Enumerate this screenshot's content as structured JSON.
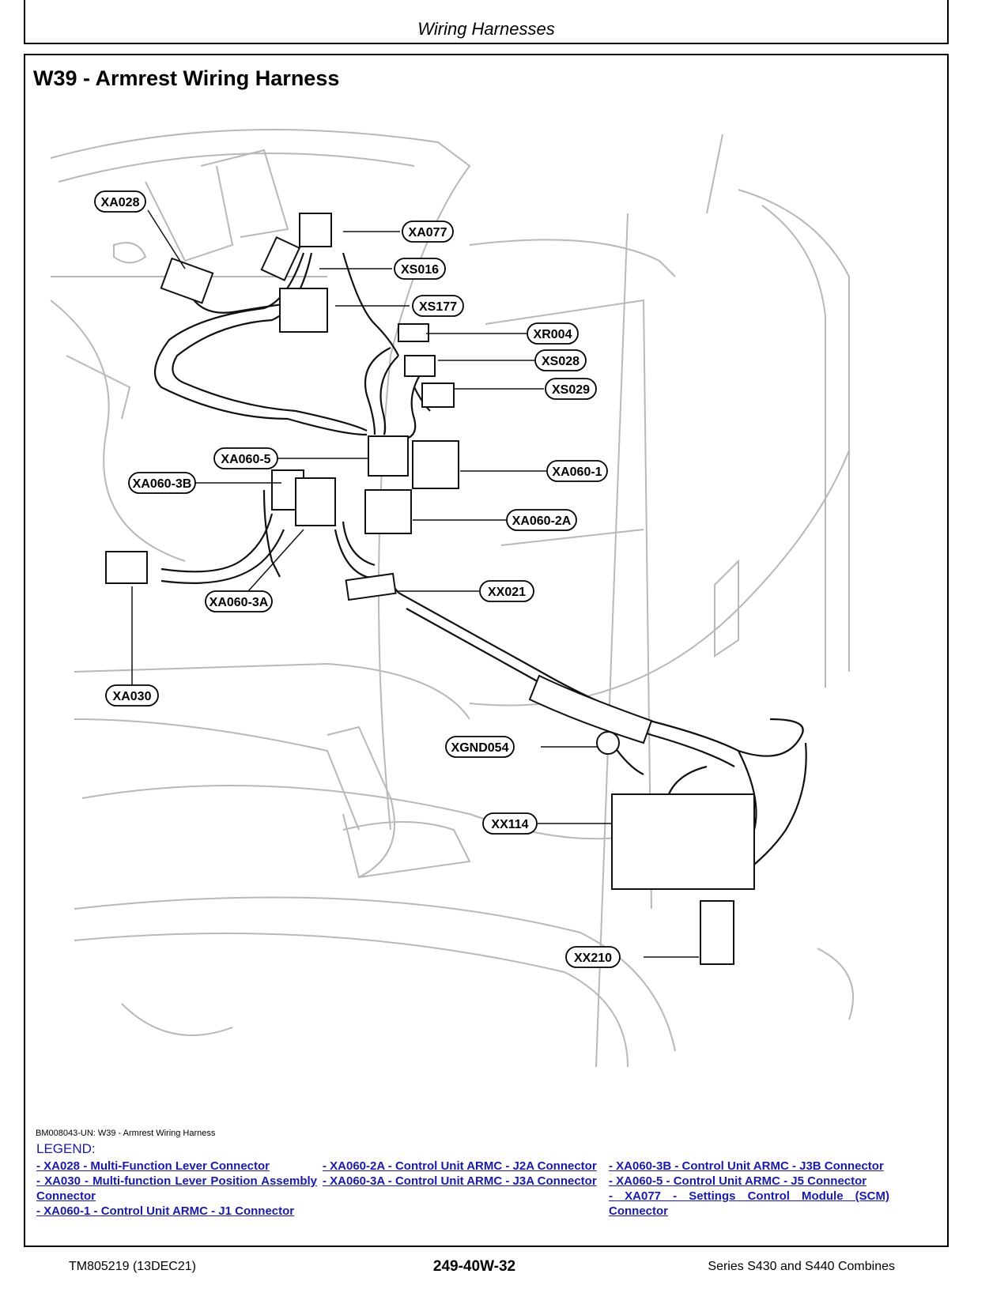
{
  "header": {
    "title": "Wiring Harnesses"
  },
  "section": {
    "title": "W39 - Armrest Wiring Harness"
  },
  "figure": {
    "caption": "BM008043-UN: W39 - Armrest Wiring Harness",
    "callouts": [
      {
        "id": "XA028"
      },
      {
        "id": "XA077"
      },
      {
        "id": "XS016"
      },
      {
        "id": "XS177"
      },
      {
        "id": "XR004"
      },
      {
        "id": "XS028"
      },
      {
        "id": "XS029"
      },
      {
        "id": "XA060-5"
      },
      {
        "id": "XA060-3B"
      },
      {
        "id": "XA060-1"
      },
      {
        "id": "XA060-2A"
      },
      {
        "id": "XA060-3A"
      },
      {
        "id": "XX021"
      },
      {
        "id": "XA030"
      },
      {
        "id": "XGND054"
      },
      {
        "id": "XX114"
      },
      {
        "id": "XX210"
      }
    ]
  },
  "legend": {
    "title": "LEGEND:",
    "columns": [
      [
        "- XA028 - Multi-Function Lever Connector",
        "- XA030 - Multi-function Lever Position Assembly Connector",
        "- XA060-1 - Control Unit ARMC - J1 Connector"
      ],
      [
        "- XA060-2A - Control Unit ARMC - J2A Connector",
        "- XA060-3A - Control Unit ARMC - J3A Connector"
      ],
      [
        "- XA060-3B - Control Unit ARMC - J3B Connector",
        "- XA060-5 - Control Unit ARMC - J5 Connector",
        "- XA077 - Settings Control Module (SCM) Connector"
      ]
    ]
  },
  "footer": {
    "doc_id": "TM805219 (13DEC21)",
    "page": "249-40W-32",
    "series": "Series S430 and S440 Combines"
  }
}
